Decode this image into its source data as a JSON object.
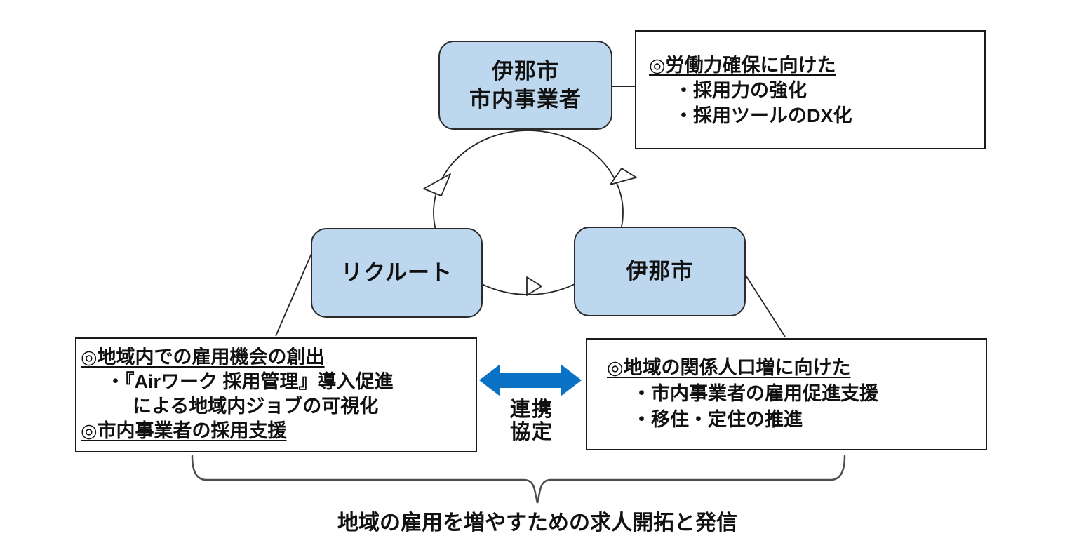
{
  "diagram": {
    "nodes": {
      "businesses": {
        "line1": "伊那市",
        "line2": "市内事業者"
      },
      "recruit": {
        "label": "リクルート"
      },
      "city": {
        "label": "伊那市"
      }
    },
    "callout_workforce": {
      "heading": "◎労働力確保に向けた",
      "bullet1": "・採用力の強化",
      "bullet2": "・採用ツールのDX化"
    },
    "callout_recruit": {
      "heading1": "◎地域内での雇用機会の創出",
      "bullet1": "・『Airワーク 採用管理』導入促進",
      "bullet1_cont": "による地域内ジョブの可視化",
      "heading2": "◎市内事業者の採用支援"
    },
    "callout_city": {
      "heading": "◎地域の関係人口増に向けた",
      "bullet1": "・市内事業者の雇用促進支援",
      "bullet2": "・移住・定住の推進"
    },
    "partnership_label": {
      "line1": "連携",
      "line2": "協定"
    },
    "caption": "地域の雇用を増やすための求人開拓と発信",
    "colors": {
      "node_fill": "#BDD7EE",
      "node_border": "#2b2b2b",
      "arrow_blue": "#0a72c4",
      "line_black": "#262626",
      "brace_gray": "#4d4d4d"
    }
  }
}
